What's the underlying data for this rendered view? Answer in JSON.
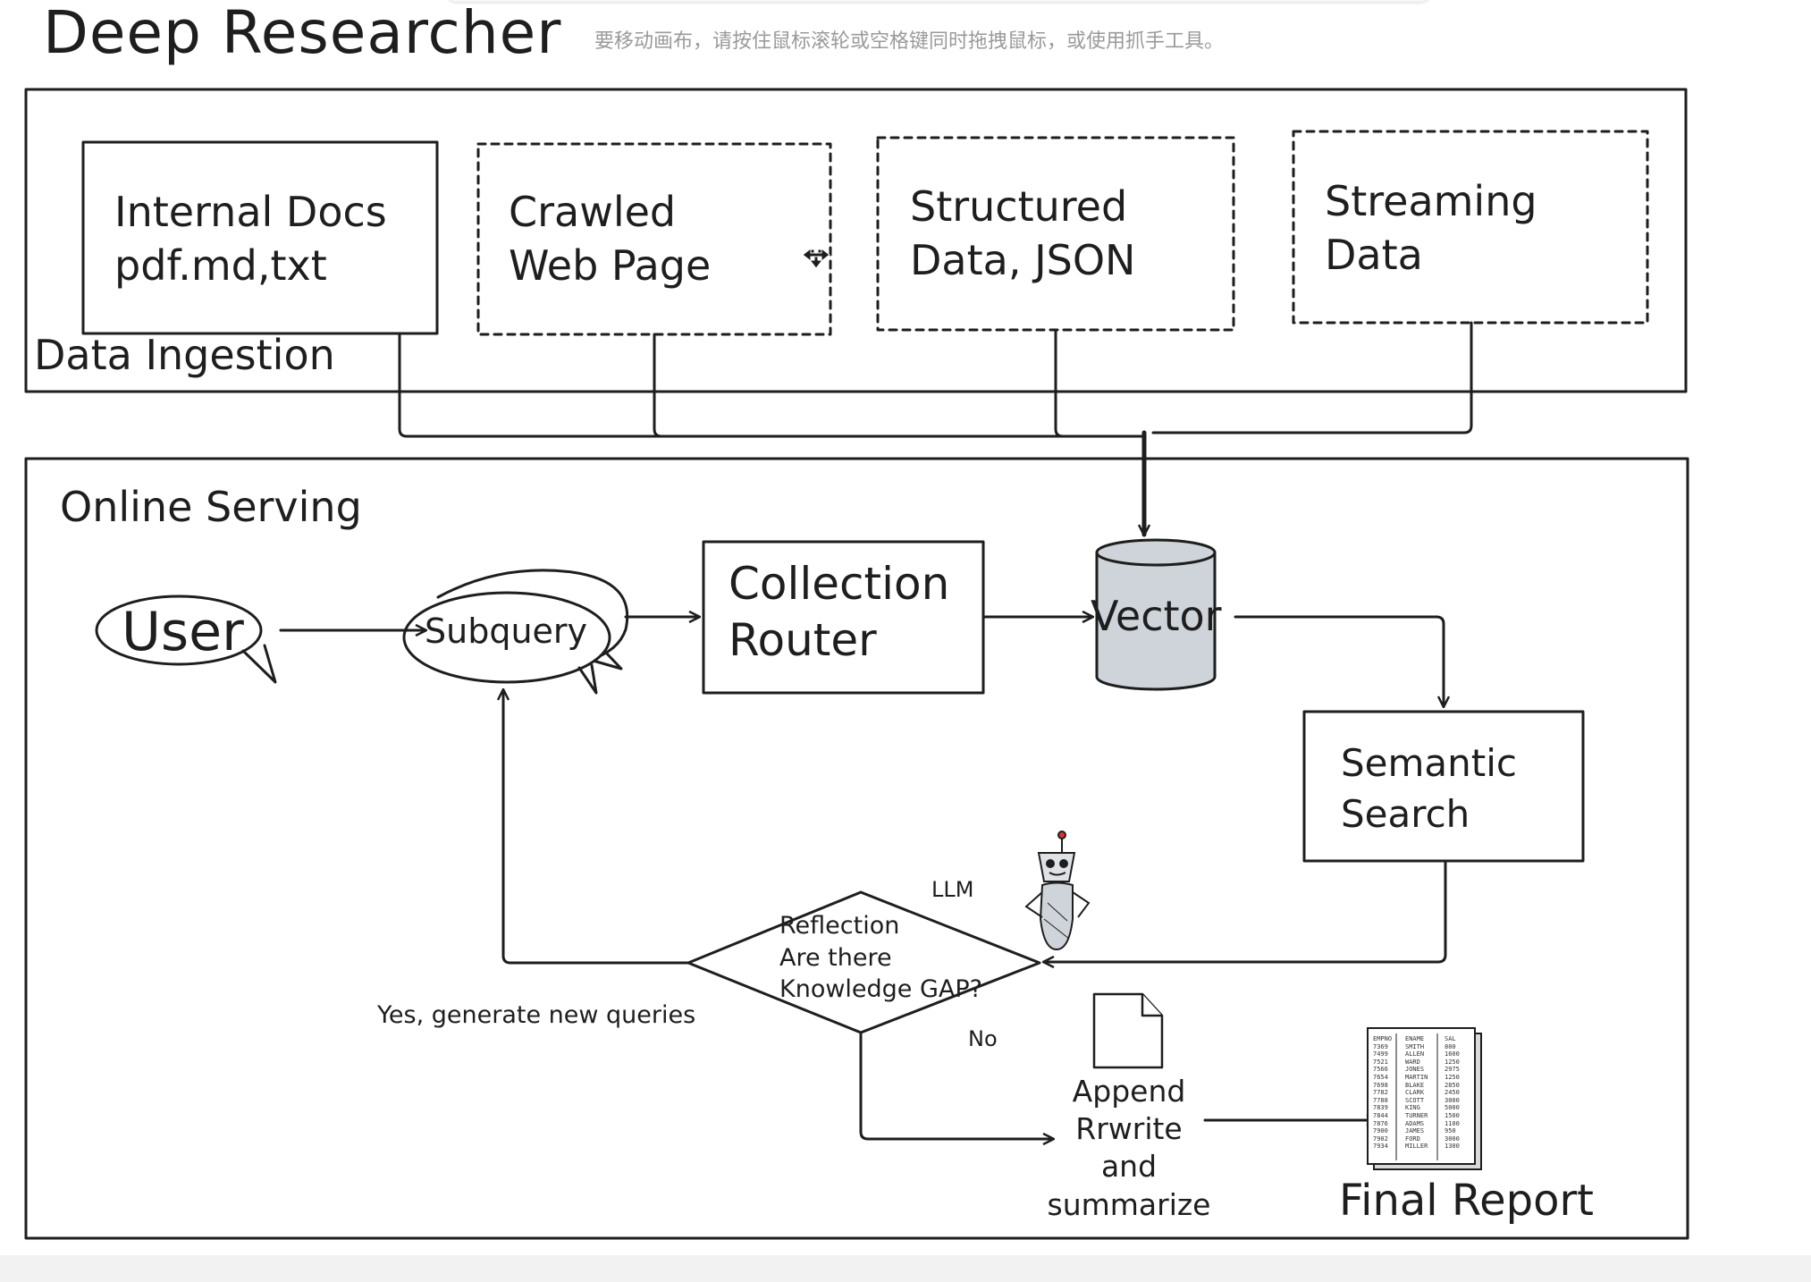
{
  "page": {
    "title": "Deep Researcher",
    "hint": "要移动画布，请按住鼠标滚轮或空格键同时拖拽鼠标，或使用抓手工具。"
  },
  "ingestion": {
    "section_label": "Data Ingestion",
    "sources": [
      {
        "label": "Internal Docs\npdf.md,txt",
        "style": "solid"
      },
      {
        "label": "Crawled\nWeb Page",
        "style": "dashed"
      },
      {
        "label": "Structured\nData, JSON",
        "style": "dashed"
      },
      {
        "label": "Streaming\nData",
        "style": "dashed"
      }
    ]
  },
  "serving": {
    "section_label": "Online Serving",
    "user": "User",
    "subquery": "Subquery",
    "router": "Collection\nRouter",
    "vector": "Vector",
    "semantic": "Semantic\nSearch",
    "llm": "LLM",
    "reflection": "Reflection\nAre there\nKnowledge GAP?",
    "yes_label": "Yes, generate new queries",
    "no_label": "No",
    "append": "Append\nRrwrite\nand\nsummarize",
    "final_report": "Final Report",
    "vector_fill": "#ced4da"
  },
  "report_table": {
    "headers": [
      "EMPNO",
      "ENAME",
      "SAL"
    ],
    "rows": [
      [
        "7369",
        "SMITH",
        "800"
      ],
      [
        "7499",
        "ALLEN",
        "1600"
      ],
      [
        "7521",
        "WARD",
        "1250"
      ],
      [
        "7566",
        "JONES",
        "2975"
      ],
      [
        "7654",
        "MARTIN",
        "1250"
      ],
      [
        "7698",
        "BLAKE",
        "2850"
      ],
      [
        "7782",
        "CLARK",
        "2450"
      ],
      [
        "7788",
        "SCOTT",
        "3000"
      ],
      [
        "7839",
        "KING",
        "5000"
      ],
      [
        "7844",
        "TURNER",
        "1500"
      ],
      [
        "7876",
        "ADAMS",
        "1100"
      ],
      [
        "7900",
        "JAMES",
        "950"
      ],
      [
        "7902",
        "FORD",
        "3000"
      ],
      [
        "7934",
        "MILLER",
        "1300"
      ]
    ]
  },
  "icons": [
    "move-cursor-icon",
    "robot-icon",
    "document-icon",
    "table-document-icon"
  ]
}
